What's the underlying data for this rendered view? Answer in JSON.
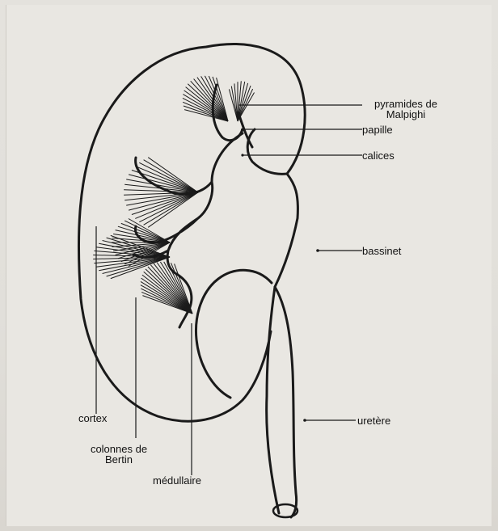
{
  "labels": {
    "pyramides": [
      "pyramides de",
      "Malpighi"
    ],
    "papille": "papille",
    "calices": "calices",
    "bassinet": "bassinet",
    "uretere": "uretère",
    "cortex": "cortex",
    "colonnes": [
      "colonnes de",
      "Bertin"
    ],
    "medullaire": "médullaire"
  },
  "colors": {
    "ink": "#1a1a1a",
    "paper": "#e9e7e2"
  }
}
